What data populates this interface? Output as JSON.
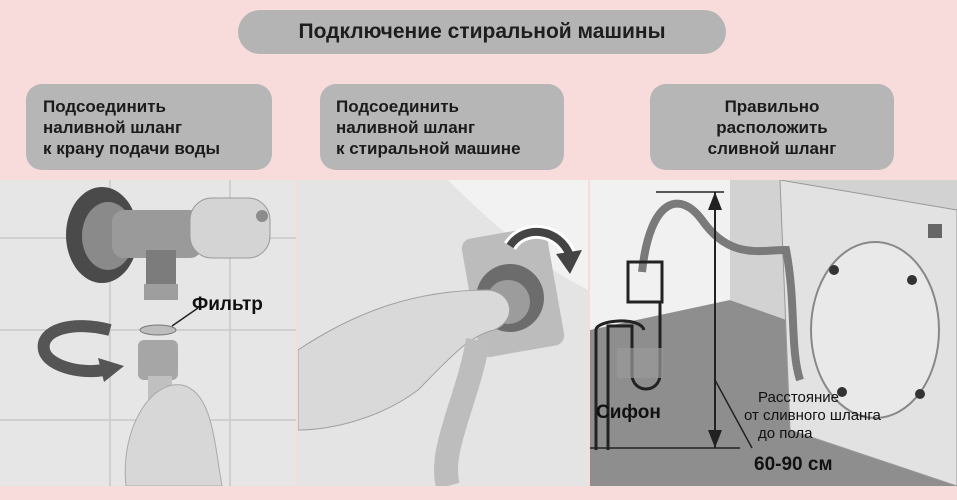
{
  "title": "Подключение стиральной машины",
  "steps": [
    {
      "lines": [
        "Подсоединить",
        "наливной шланг",
        "к крану подачи воды"
      ]
    },
    {
      "lines": [
        "Подсоединить",
        "наливной шланг",
        "к стиральной машине"
      ]
    },
    {
      "lines": [
        "Правильно",
        "расположить",
        "сливной шланг"
      ]
    }
  ],
  "labels": {
    "filter": "Фильтр",
    "siphon": "Сифон",
    "distance_lines": [
      "Расстояние",
      "от сливного шланга",
      "до пола"
    ],
    "distance_value": "60-90 см"
  },
  "colors": {
    "background": "#f8dcdc",
    "pill": "#b4b4b4",
    "step_box": "#b6b6b6"
  }
}
